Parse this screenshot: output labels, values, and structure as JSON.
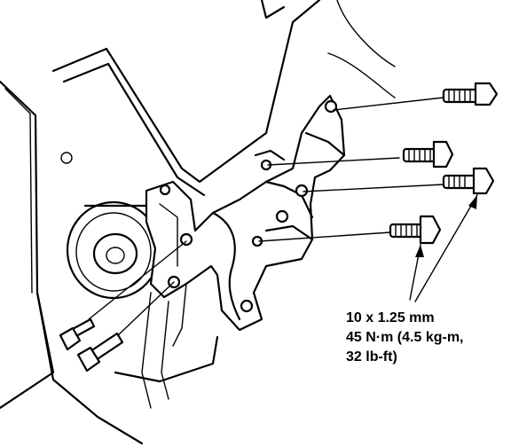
{
  "spec": {
    "bolt_size": "10 x 1.25 mm",
    "torque_metric": "45 N·m (4.5 kg-m,",
    "torque_imperial": "32 lb-ft)"
  },
  "colors": {
    "ink": "#000000",
    "paper": "#ffffff"
  }
}
